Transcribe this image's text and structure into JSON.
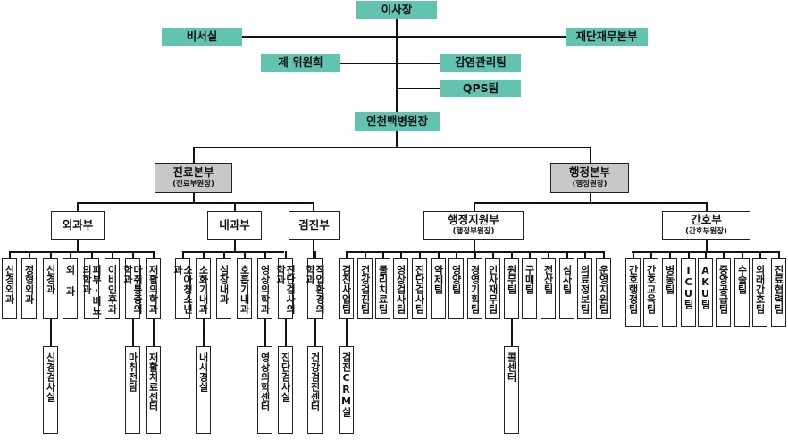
{
  "top": {
    "chairman": "이사장",
    "secretary": "비서실",
    "finance": "재단재무본부",
    "committees": "제 위원회",
    "infection": "감염관리팀",
    "qps": "QPS팀",
    "director": "인천백병원장"
  },
  "medical": {
    "title": "진료본부",
    "subtitle": "(진료부원장)",
    "surgery": "외과부",
    "internal": "내과부",
    "checkup": "검진부",
    "surgery_depts": [
      "신경외과",
      "정형외과",
      "신경과",
      "외 과",
      "피부·비뇨의학과",
      "이비인후과",
      "마취통증의학과",
      "재활의학과"
    ],
    "surgery_subs": [
      "신경검사실",
      "마취전담",
      "재활치료센터"
    ],
    "internal_depts": [
      "소아청소년과",
      "소화기내과",
      "심장내과",
      "호흡기내과",
      "영상의학과",
      "진단검사의학과"
    ],
    "internal_subs": [
      "내시경실",
      "영상의학센터",
      "진단검사실"
    ],
    "checkup_depts": [
      "직업환경의학과"
    ],
    "checkup_subs": [
      "건강검진센터"
    ]
  },
  "admin": {
    "title": "행정본부",
    "subtitle": "(행정원장)",
    "support": "행정지원부",
    "support_sub": "(행정부원장)",
    "nursing": "간호부",
    "nursing_sub": "(간호부원장)",
    "support_teams": [
      "검진사업팀",
      "건강검진팀",
      "물리치료팀",
      "영상검사팀",
      "진단검사팀",
      "약제팀",
      "영양팀",
      "경영기획팀",
      "인사재무팀",
      "원무팀",
      "구매팀",
      "전산팀",
      "심사팀",
      "의료정보팀",
      "운영지원팀"
    ],
    "support_subs": [
      "검진CRM실",
      "콜센터"
    ],
    "nursing_teams": [
      "간호행정팀",
      "간호교육팀",
      "병동팀",
      "ICU팀",
      "AKU팀",
      "중앙공급팀",
      "수술팀",
      "외래간호팀",
      "진료협력팀"
    ]
  },
  "colors": {
    "teal": "#62c3b0",
    "gray": "#c8c8c8",
    "line": "#111111"
  }
}
